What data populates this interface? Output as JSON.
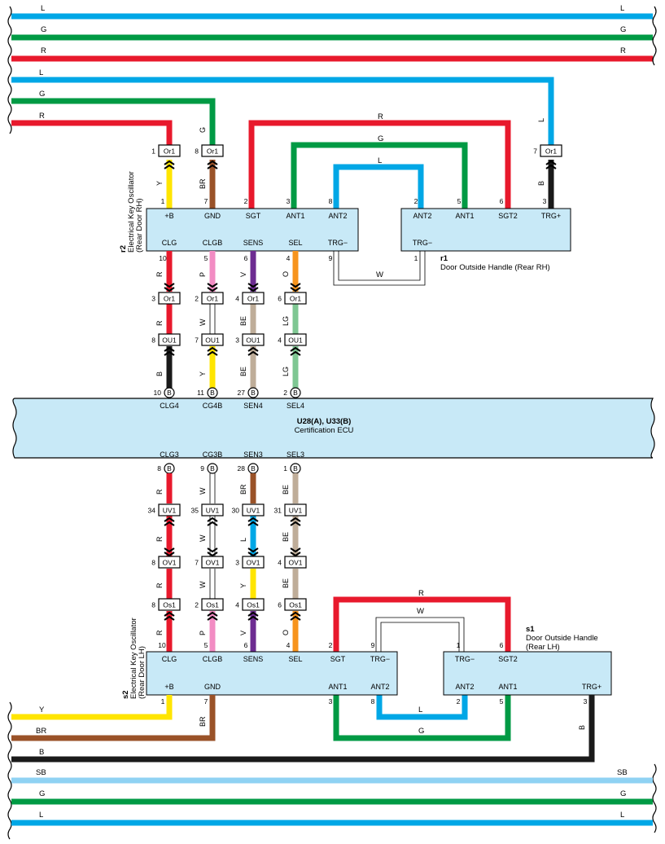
{
  "colors": {
    "L": "#00a7e6",
    "G": "#009a44",
    "R": "#e8192c",
    "Y": "#ffe500",
    "BR": "#9a5228",
    "B": "#1a1a1a",
    "P": "#f28cc3",
    "V": "#6d2c91",
    "O": "#f7941d",
    "W": "#ffffff",
    "BE": "#bfad99",
    "LG": "#7fc793",
    "SB": "#8fd2f3",
    "box": "#c8e9f7"
  },
  "buses_top": [
    {
      "code": "L",
      "left": "L",
      "right": "L"
    },
    {
      "code": "G",
      "left": "G",
      "right": "G"
    },
    {
      "code": "R",
      "left": "R",
      "right": "R"
    }
  ],
  "buses_bottom": [
    {
      "code": "SB",
      "left": "SB",
      "right": "SB"
    },
    {
      "code": "G",
      "left": "G",
      "right": "G"
    },
    {
      "code": "L",
      "left": "L",
      "right": "L"
    }
  ],
  "r2": {
    "id": "r2",
    "name": "Electrical Key Oscillator",
    "sub": "(Rear Door RH)",
    "top_pins": [
      {
        "num": "1",
        "name": "+B"
      },
      {
        "num": "7",
        "name": "GND"
      },
      {
        "num": "2",
        "name": "SGT"
      },
      {
        "num": "3",
        "name": "ANT1"
      },
      {
        "num": "8",
        "name": "ANT2"
      }
    ],
    "bottom_pins": [
      {
        "num": "10",
        "name": "CLG"
      },
      {
        "num": "5",
        "name": "CLGB"
      },
      {
        "num": "6",
        "name": "SENS"
      },
      {
        "num": "4",
        "name": "SEL"
      },
      {
        "num": "9",
        "name": "TRG−"
      }
    ]
  },
  "r1": {
    "id": "r1",
    "name": "Door Outside Handle (Rear RH)",
    "top_pins": [
      {
        "num": "2",
        "name": "ANT2"
      },
      {
        "num": "5",
        "name": "ANT1"
      },
      {
        "num": "6",
        "name": "SGT2"
      },
      {
        "num": "3",
        "name": "TRG+"
      }
    ],
    "bottom_pins": [
      {
        "num": "1",
        "name": "TRG−"
      }
    ]
  },
  "ecu": {
    "title": "U28(A), U33(B)",
    "name": "Certification ECU",
    "top_pins": [
      {
        "num": "10",
        "conn": "B",
        "name": "CLG4"
      },
      {
        "num": "11",
        "conn": "B",
        "name": "CG4B"
      },
      {
        "num": "27",
        "conn": "B",
        "name": "SEN4"
      },
      {
        "num": "2",
        "conn": "B",
        "name": "SEL4"
      }
    ],
    "bottom_pins": [
      {
        "num": "8",
        "conn": "B",
        "name": "CLG3"
      },
      {
        "num": "9",
        "conn": "B",
        "name": "CG3B"
      },
      {
        "num": "28",
        "conn": "B",
        "name": "SEN3"
      },
      {
        "num": "1",
        "conn": "B",
        "name": "SEL3"
      }
    ]
  },
  "s2": {
    "id": "s2",
    "name": "Electrical Key Oscillator",
    "sub": "(Rear Door LH)",
    "top_pins": [
      {
        "num": "10",
        "name": "CLG"
      },
      {
        "num": "5",
        "name": "CLGB"
      },
      {
        "num": "6",
        "name": "SENS"
      },
      {
        "num": "4",
        "name": "SEL"
      },
      {
        "num": "2",
        "name": "SGT"
      },
      {
        "num": "9",
        "name": "TRG−"
      }
    ],
    "bottom_pins": [
      {
        "num": "1",
        "name": "+B"
      },
      {
        "num": "7",
        "name": "GND"
      },
      {
        "num": "3",
        "name": "ANT1"
      },
      {
        "num": "8",
        "name": "ANT2"
      }
    ]
  },
  "s1": {
    "id": "s1",
    "name": "Door Outside Handle",
    "sub": "(Rear LH)",
    "top_pins": [
      {
        "num": "1",
        "name": "TRG−"
      },
      {
        "num": "6",
        "name": "SGT2"
      }
    ],
    "bottom_pins": [
      {
        "num": "2",
        "name": "ANT2"
      },
      {
        "num": "5",
        "name": "ANT1"
      },
      {
        "num": "3",
        "name": "TRG+"
      }
    ]
  },
  "connectors": {
    "Or1_top": [
      {
        "num": "1",
        "name": "Or1"
      },
      {
        "num": "8",
        "name": "Or1"
      },
      {
        "num": "7",
        "name": "Or1"
      }
    ],
    "Or1_mid": [
      {
        "num": "3",
        "name": "Or1"
      },
      {
        "num": "2",
        "name": "Or1"
      },
      {
        "num": "4",
        "name": "Or1"
      },
      {
        "num": "6",
        "name": "Or1"
      }
    ],
    "OU1": [
      {
        "num": "8",
        "name": "OU1"
      },
      {
        "num": "7",
        "name": "OU1"
      },
      {
        "num": "3",
        "name": "OU1"
      },
      {
        "num": "4",
        "name": "OU1"
      }
    ],
    "UV1": [
      {
        "num": "34",
        "name": "UV1"
      },
      {
        "num": "35",
        "name": "UV1"
      },
      {
        "num": "30",
        "name": "UV1"
      },
      {
        "num": "31",
        "name": "UV1"
      }
    ],
    "OV1": [
      {
        "num": "8",
        "name": "OV1"
      },
      {
        "num": "7",
        "name": "OV1"
      },
      {
        "num": "3",
        "name": "OV1"
      },
      {
        "num": "4",
        "name": "OV1"
      }
    ],
    "Os1": [
      {
        "num": "8",
        "name": "Os1"
      },
      {
        "num": "2",
        "name": "Os1"
      },
      {
        "num": "4",
        "name": "Os1"
      },
      {
        "num": "6",
        "name": "Os1"
      }
    ]
  },
  "wire_labels": {
    "top_L": "L",
    "top_G": "G",
    "top_R": "R",
    "r2_plusB": "Y",
    "r2_gnd": "BR",
    "r2_G": "G",
    "or1_L": "L",
    "r1_trg": "B",
    "loop_R": "R",
    "loop_G": "G",
    "loop_L": "L",
    "loop_W": "W",
    "seg1": [
      "R",
      "P",
      "V",
      "O"
    ],
    "seg2": [
      "R",
      "W",
      "BE",
      "LG"
    ],
    "seg3": [
      "B",
      "Y",
      "BE",
      "LG"
    ],
    "seg4": [
      "R",
      "W",
      "BR",
      "BE"
    ],
    "seg5": [
      "R",
      "W",
      "L",
      "BE"
    ],
    "seg6": [
      "R",
      "W",
      "Y",
      "BE"
    ],
    "seg7": [
      "R",
      "P",
      "V",
      "O"
    ],
    "s_loop_R": "R",
    "s_loop_W": "W",
    "s_loop_L": "L",
    "s_loop_G": "G",
    "bot_Y": "Y",
    "bot_BR": "BR",
    "bot_B": "B",
    "bot_B_vert": "B",
    "bot_BR_vert": "BR"
  }
}
